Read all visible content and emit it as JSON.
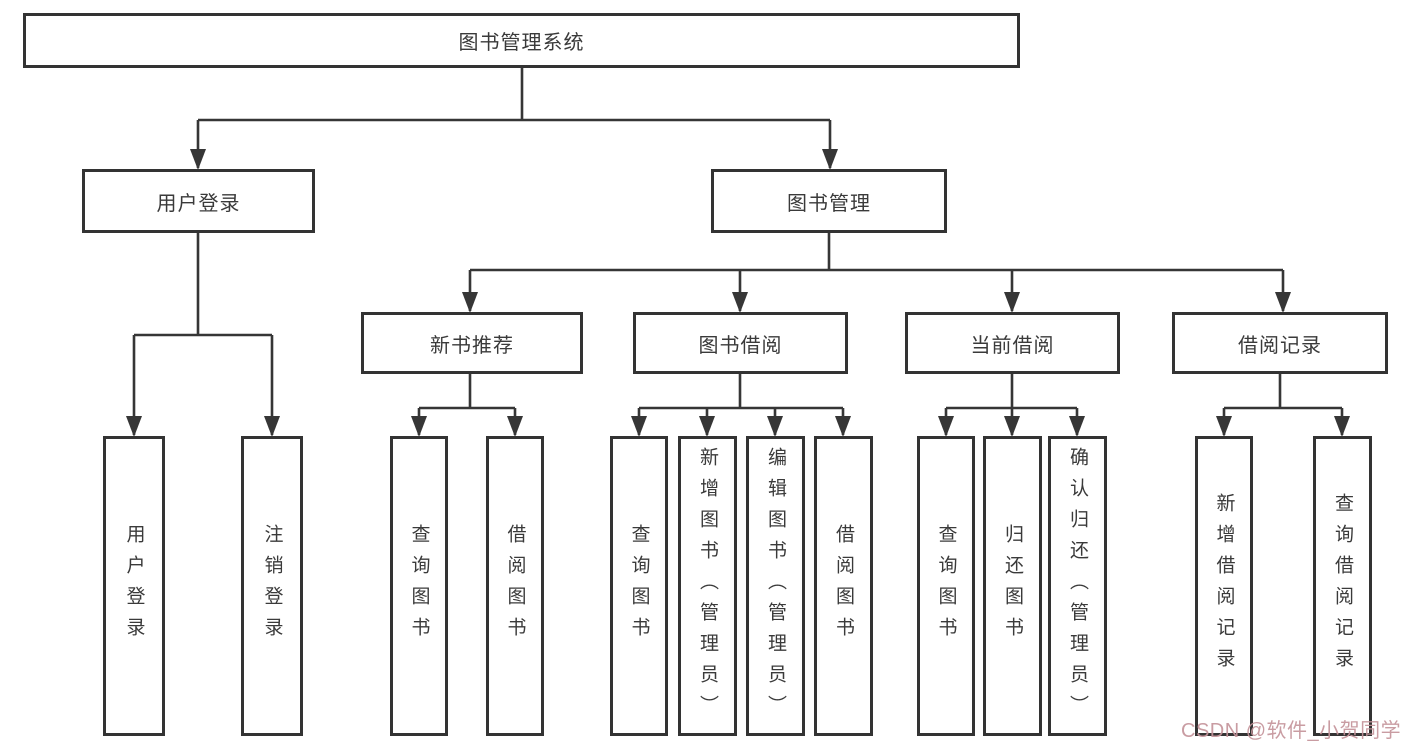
{
  "diagram": {
    "root": {
      "label": "图书管理系统"
    },
    "branches": [
      {
        "label": "用户登录",
        "children": [
          {
            "label": "用户登录"
          },
          {
            "label": "注销登录"
          }
        ]
      },
      {
        "label": "图书管理",
        "children": [
          {
            "label": "新书推荐",
            "children": [
              {
                "label": "查询图书"
              },
              {
                "label": "借阅图书"
              }
            ]
          },
          {
            "label": "图书借阅",
            "children": [
              {
                "label": "查询图书"
              },
              {
                "label": "新增图书（管理员）"
              },
              {
                "label": "编辑图书（管理员）"
              },
              {
                "label": "借阅图书"
              }
            ]
          },
          {
            "label": "当前借阅",
            "children": [
              {
                "label": "查询图书"
              },
              {
                "label": "归还图书"
              },
              {
                "label": "确认归还（管理员）"
              }
            ]
          },
          {
            "label": "借阅记录",
            "children": [
              {
                "label": "新增借阅记录"
              },
              {
                "label": "查询借阅记录"
              }
            ]
          }
        ]
      }
    ]
  },
  "watermark": {
    "text": "CSDN @软件_小贺同学"
  },
  "colors": {
    "line": "#363636",
    "box_border": "#333333",
    "text": "#3a3a3a",
    "background": "#ffffff",
    "watermark": "#c5949b"
  }
}
